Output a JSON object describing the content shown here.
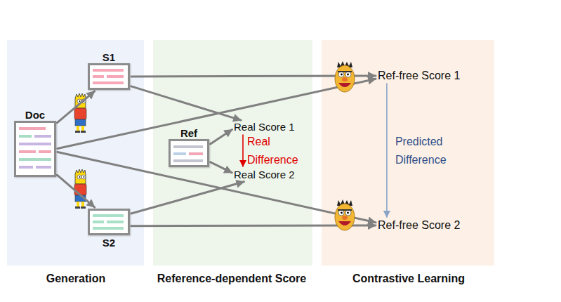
{
  "diagram": {
    "nodes": [
      {
        "text": [
          "Doc"
        ]
      },
      {
        "text": [
          "S1"
        ]
      },
      {
        "text": [
          "S2"
        ]
      },
      {
        "text": [
          "Ref"
        ]
      },
      {
        "text": [
          "Real Score 1"
        ]
      },
      {
        "text": [
          "Real Score 2"
        ]
      },
      {
        "text": [
          "Ref-free Score 1"
        ]
      },
      {
        "text": [
          "Ref-free Score 2"
        ]
      }
    ],
    "edges": [
      {
        "from": 0,
        "to": 1,
        "arrow": "to"
      },
      {
        "from": 0,
        "to": 2,
        "arrow": "to"
      },
      {
        "from": 1,
        "to": 6,
        "arrow": "to"
      },
      {
        "from": 1,
        "to": 4,
        "arrow": "to"
      },
      {
        "from": 0,
        "to": 6,
        "arrow": "to"
      },
      {
        "from": 0,
        "to": 7,
        "arrow": "to"
      },
      {
        "from": 2,
        "to": 5,
        "arrow": "to"
      },
      {
        "from": 2,
        "to": 7,
        "arrow": "to"
      },
      {
        "from": 3,
        "to": 4,
        "arrow": "to"
      },
      {
        "from": 3,
        "to": 5,
        "arrow": "to"
      },
      {
        "from": 4,
        "to": 5,
        "label": "Real Difference",
        "arrow": "to"
      },
      {
        "from": 6,
        "to": 7,
        "label": "Predicted Difference",
        "arrow": "to"
      }
    ],
    "labels": [
      "Generation",
      "Reference-dependent Score",
      "Contrastive Learning"
    ]
  }
}
